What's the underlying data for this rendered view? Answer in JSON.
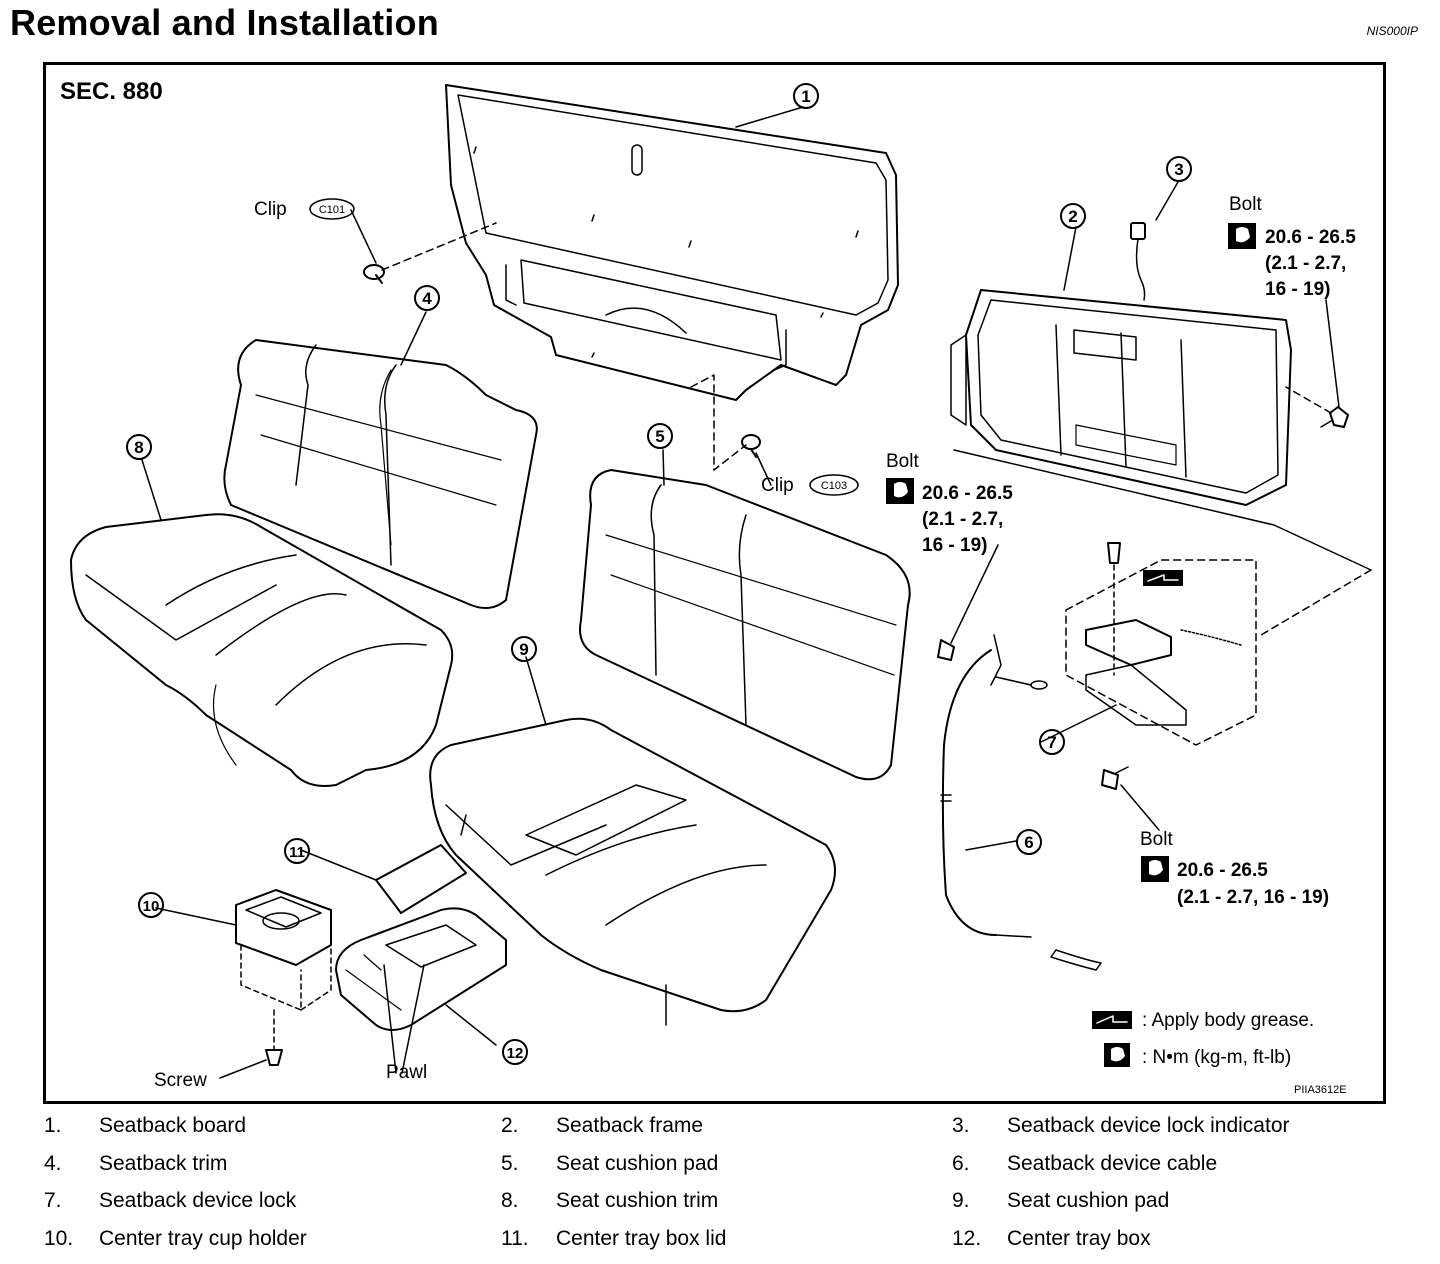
{
  "header": {
    "title": "Removal and Installation",
    "doc_code": "NIS000IP"
  },
  "diagram": {
    "section": "SEC. 880",
    "figure_code": "PIIA3612E",
    "callouts": [
      "1",
      "2",
      "3",
      "4",
      "5",
      "6",
      "7",
      "8",
      "9",
      "10",
      "11",
      "12"
    ],
    "clip_a": {
      "label": "Clip",
      "code": "C101"
    },
    "clip_b": {
      "label": "Clip",
      "code": "C103"
    },
    "bolt_a": {
      "label": "Bolt",
      "torque": "20.6 - 26.5",
      "sub1": "(2.1 - 2.7,",
      "sub2": "16 - 19)"
    },
    "bolt_b": {
      "label": "Bolt",
      "torque": "20.6 - 26.5",
      "sub1": "(2.1 - 2.7,",
      "sub2": "16 - 19)"
    },
    "bolt_c": {
      "label": "Bolt",
      "torque": "20.6 - 26.5",
      "sub1": "(2.1 - 2.7, 16 - 19)"
    },
    "screw_label": "Screw",
    "pawl_label": "Pawl",
    "legend": {
      "grease": ": Apply body grease.",
      "torque": ":  N•m  (kg-m,  ft-lb)"
    }
  },
  "parts": [
    {
      "num": "1.",
      "name": "Seatback board"
    },
    {
      "num": "2.",
      "name": "Seatback frame"
    },
    {
      "num": "3.",
      "name": "Seatback device lock indicator"
    },
    {
      "num": "4.",
      "name": "Seatback trim"
    },
    {
      "num": "5.",
      "name": "Seat cushion pad"
    },
    {
      "num": "6.",
      "name": "Seatback device cable"
    },
    {
      "num": "7.",
      "name": "Seatback device lock"
    },
    {
      "num": "8.",
      "name": "Seat cushion trim"
    },
    {
      "num": "9.",
      "name": "Seat cushion pad"
    },
    {
      "num": "10.",
      "name": "Center tray cup holder"
    },
    {
      "num": "11.",
      "name": "Center tray box lid"
    },
    {
      "num": "12.",
      "name": "Center tray box"
    }
  ]
}
